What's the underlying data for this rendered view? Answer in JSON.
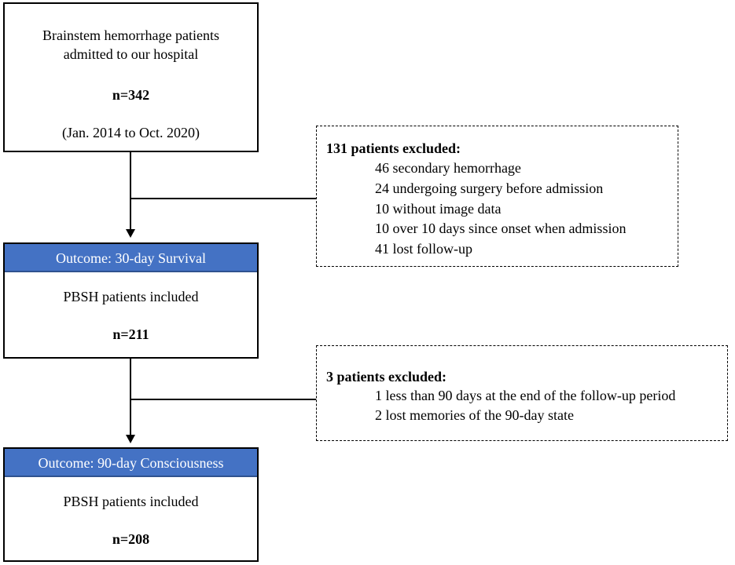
{
  "box1": {
    "line1": "Brainstem hemorrhage patients",
    "line2": "admitted to our hospital",
    "count": "n=342",
    "period": "(Jan. 2014 to Oct. 2020)"
  },
  "exclusion1": {
    "title": "131 patients excluded:",
    "items": [
      "46 secondary hemorrhage",
      "24 undergoing surgery before admission",
      "10 without image data",
      "10 over 10 days since onset when admission",
      "41 lost follow-up"
    ]
  },
  "box2": {
    "header": "Outcome: 30-day Survival",
    "line1": "PBSH patients included",
    "count": "n=211"
  },
  "exclusion2": {
    "title": "3 patients excluded:",
    "items": [
      "1 less than 90 days at the end of the follow-up period",
      "2 lost memories of the 90-day state"
    ]
  },
  "box3": {
    "header": "Outcome: 90-day Consciousness",
    "line1": "PBSH patients included",
    "count": "n=208"
  },
  "colors": {
    "header_fill": "#4472c4",
    "header_text": "#ffffff",
    "line": "#000000"
  }
}
